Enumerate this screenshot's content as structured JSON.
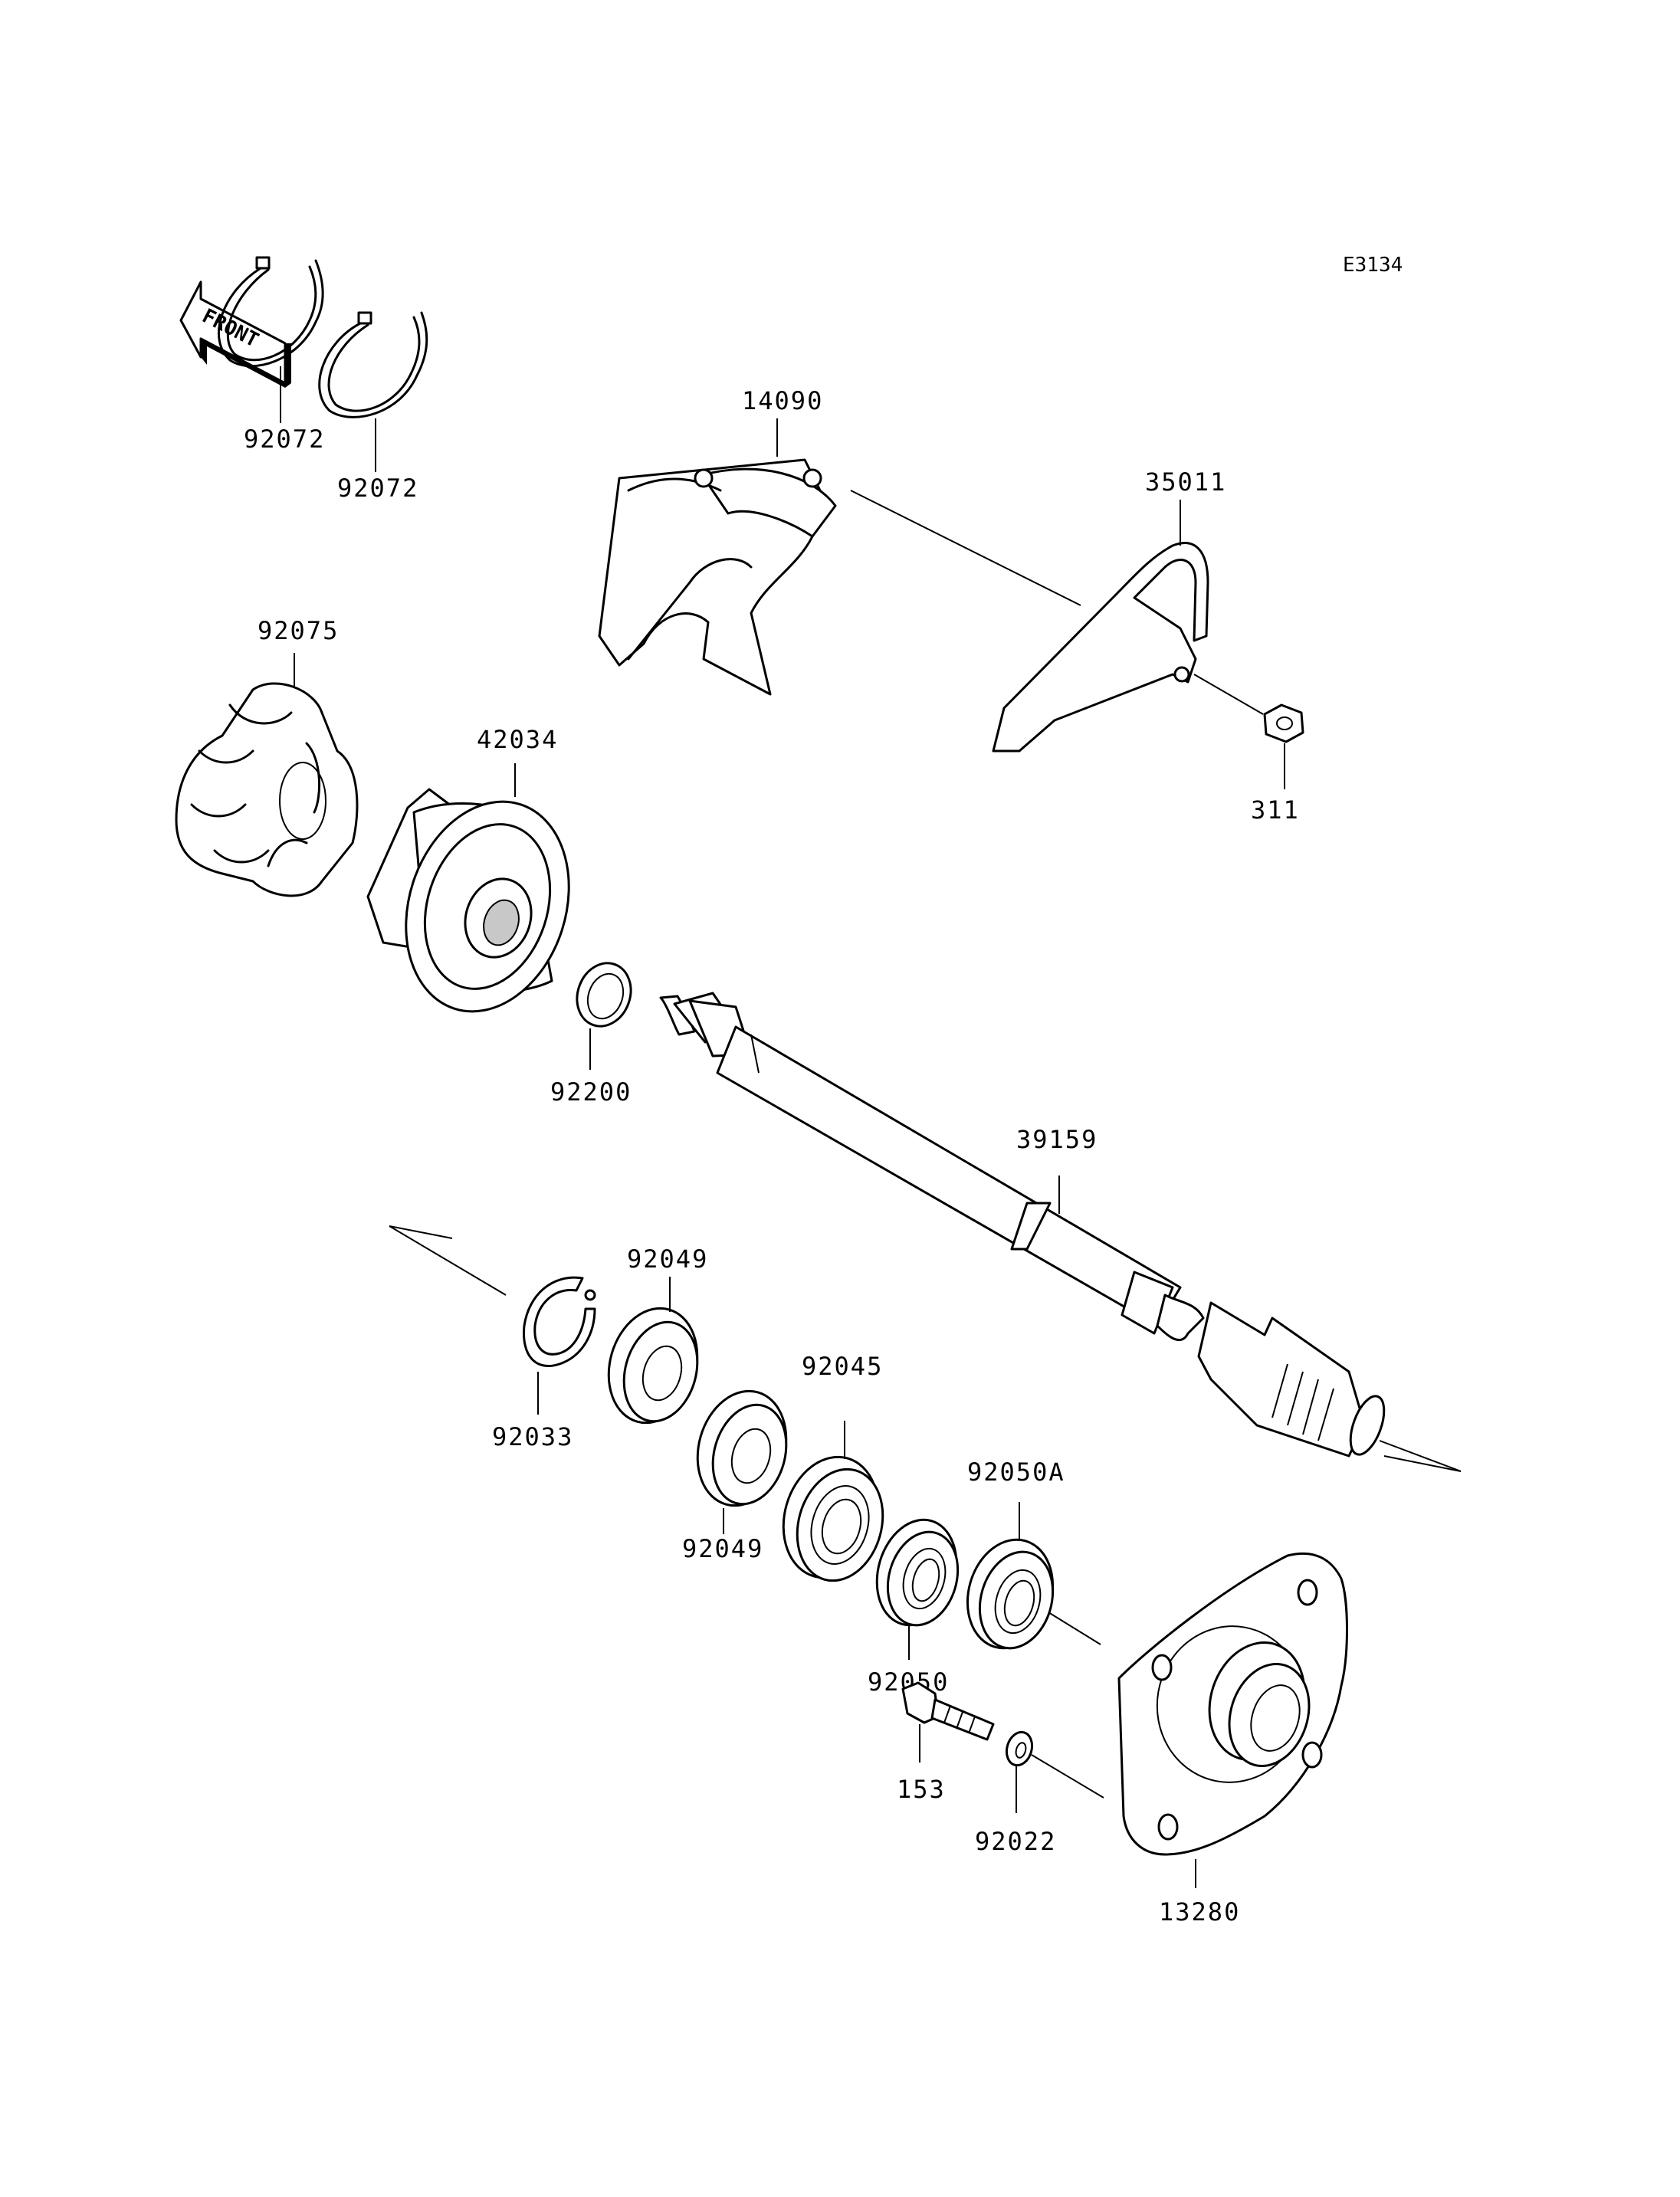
{
  "diagram_code": "E3134",
  "front_label": "FRONT",
  "parts": {
    "clamp_upper": "92072",
    "clamp_lower": "92072",
    "cover": "14090",
    "bracket": "35011",
    "nut": "311",
    "damper": "92075",
    "coupling": "42034",
    "washer": "92200",
    "drive_shaft": "39159",
    "circlip": "92033",
    "seal_upper": "92049",
    "seal_lower": "92049",
    "bearing_large": "92045",
    "bearing_small": "92050",
    "bearing_outer": "92050A",
    "bolt": "153",
    "small_washer": "92022",
    "housing": "13280"
  }
}
